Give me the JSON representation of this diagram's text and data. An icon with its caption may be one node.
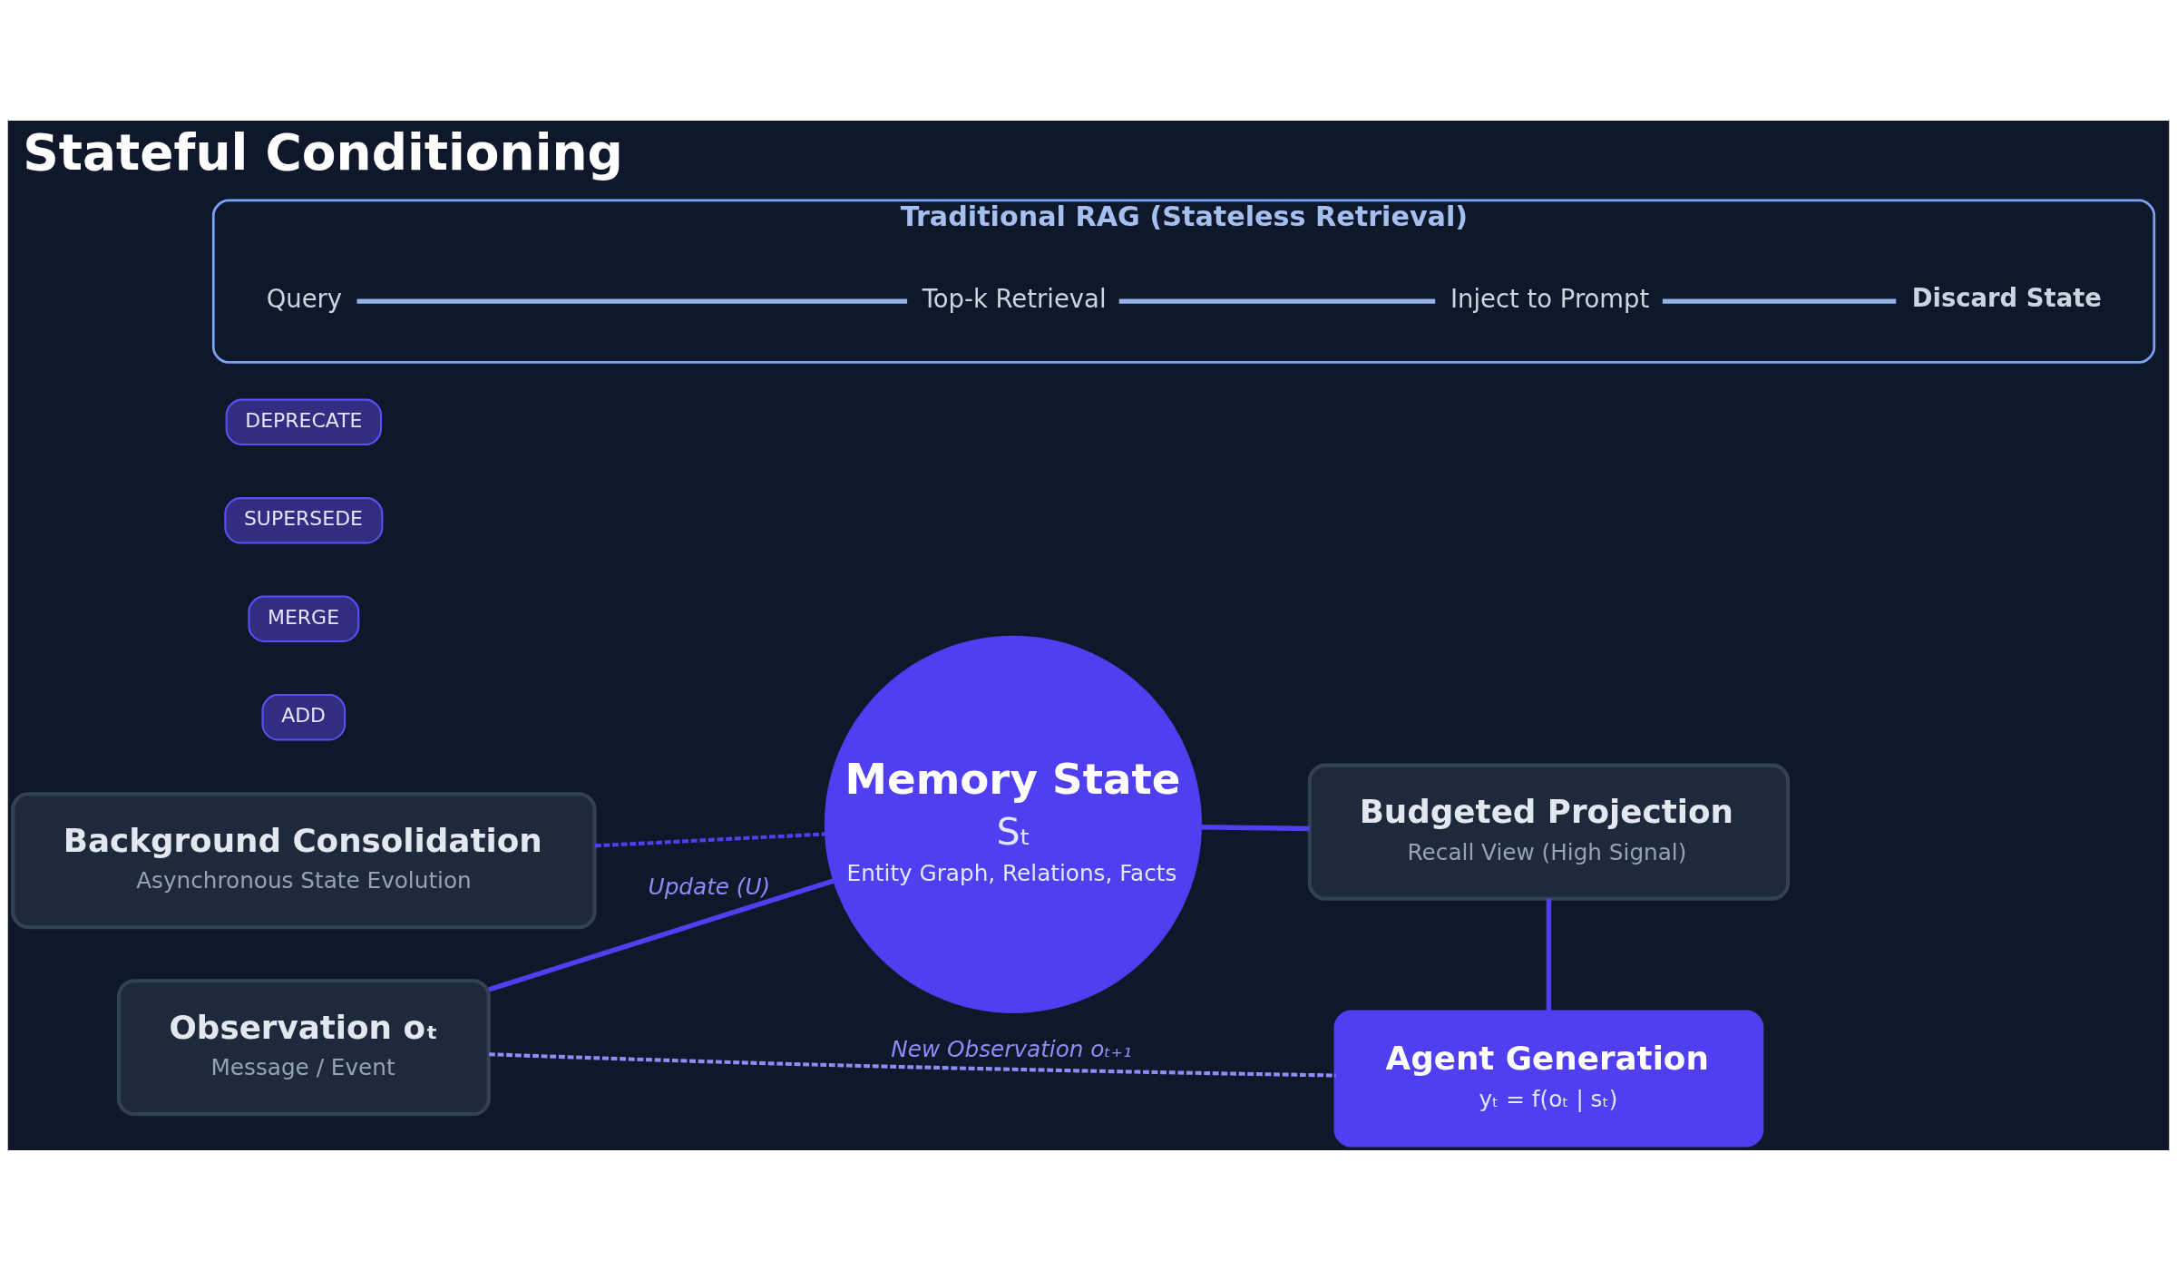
{
  "diagram": {
    "title": "Stateful Conditioning",
    "nodes": [
      {
        "text": [
          "Background Consolidation",
          "Asynchronous State Evolution"
        ]
      },
      {
        "text": [
          "Observation oₜ",
          "Message / Event"
        ]
      },
      {
        "text": [
          "ADD"
        ]
      },
      {
        "text": [
          "MERGE"
        ]
      },
      {
        "text": [
          "SUPERSEDE"
        ]
      },
      {
        "text": [
          "DEPRECATE"
        ]
      },
      {
        "text": [
          "Memory State",
          "Sₜ",
          "Entity Graph, Relations, Facts"
        ]
      },
      {
        "text": [
          "Budgeted Projection",
          "Recall View (High Signal)"
        ]
      },
      {
        "text": [
          "Agent Generation",
          "yₜ = f(oₜ | sₜ)"
        ]
      },
      {
        "text": [
          "Traditional RAG (Stateless Retrieval)"
        ]
      },
      {
        "text": [
          "Query"
        ],
        "in": 9
      },
      {
        "text": [
          "Top-k Retrieval"
        ],
        "in": 9
      },
      {
        "text": [
          "Inject to Prompt"
        ],
        "in": 9
      },
      {
        "text": [
          "Discard State"
        ],
        "in": 9
      }
    ],
    "edges": [
      {
        "from": 0,
        "to": 6,
        "arrow": "none",
        "style": "dashed"
      },
      {
        "from": 1,
        "to": 6,
        "arrow": "none",
        "label": "Update (U)"
      },
      {
        "from": 6,
        "to": 7,
        "arrow": "none"
      },
      {
        "from": 7,
        "to": 8,
        "arrow": "none"
      },
      {
        "from": 1,
        "to": 8,
        "arrow": "none",
        "style": "dashed",
        "color": "#8b8ef7",
        "label": "New Observation oₜ₊₁"
      },
      {
        "from": 10,
        "to": 11,
        "arrow": "none",
        "color": "#93b4e8"
      },
      {
        "from": 11,
        "to": 12,
        "arrow": "none",
        "color": "#93b4e8"
      },
      {
        "from": 12,
        "to": 13,
        "arrow": "none",
        "color": "#93b4e8"
      }
    ]
  }
}
